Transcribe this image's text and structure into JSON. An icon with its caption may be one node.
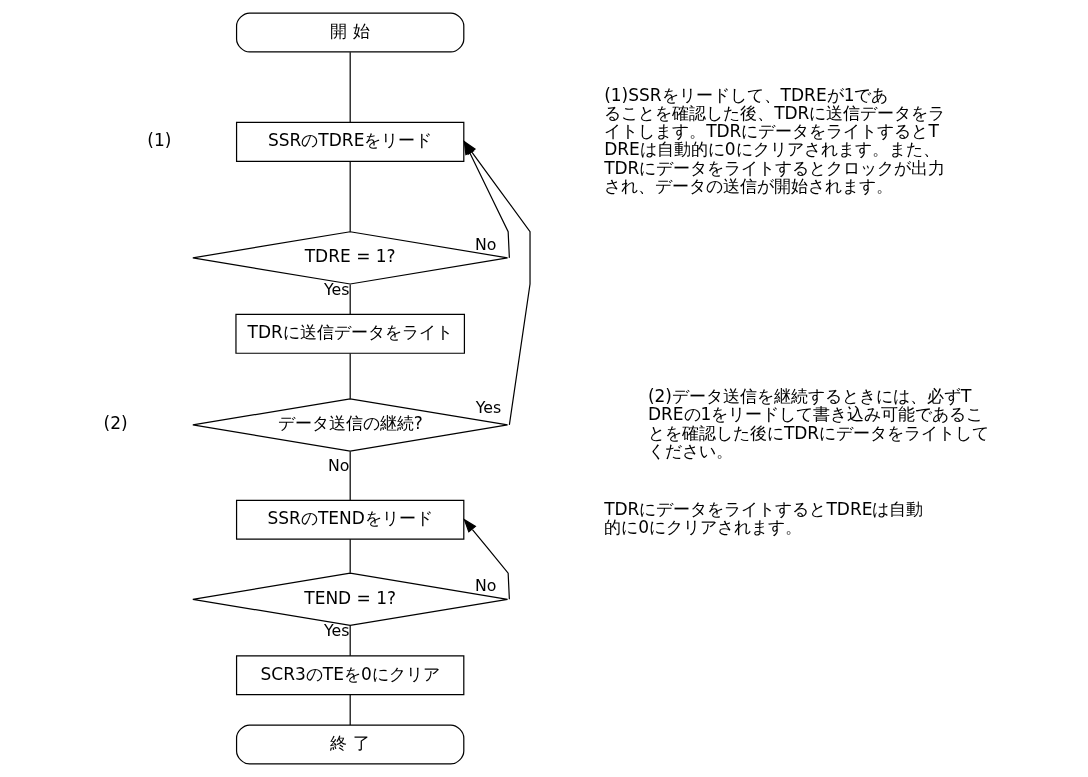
{
  "diagram": {
    "nodes": [
      {
        "text": [
          "開 始"
        ]
      },
      {
        "text": [
          "SSRのTDREをリード"
        ],
        "beside": [
          "(1)"
        ]
      },
      {
        "text": [
          "TDRE = 1?"
        ]
      },
      {
        "text": [
          "TDRに送信データをライト"
        ]
      },
      {
        "text": [
          "データ送信の継続?"
        ],
        "beside": [
          "(2)"
        ]
      },
      {
        "text": [
          "SSRのTENDをリード"
        ]
      },
      {
        "text": [
          "TEND = 1?"
        ]
      },
      {
        "text": [
          "SCR3のTEを0にクリア"
        ]
      },
      {
        "text": [
          "終 了"
        ]
      }
    ],
    "edges": [
      {
        "from": 0,
        "to": 1,
        "arrow": "none"
      },
      {
        "from": 1,
        "to": 2,
        "arrow": "none"
      },
      {
        "from": 2,
        "to": 3,
        "label": "Yes",
        "arrow": "none"
      },
      {
        "from": 2,
        "to": 1,
        "label": "No",
        "arrow": "to"
      },
      {
        "from": 3,
        "to": 4,
        "arrow": "none"
      },
      {
        "from": 4,
        "to": 1,
        "label": "Yes",
        "arrow": "to"
      },
      {
        "from": 4,
        "to": 5,
        "label": "No",
        "arrow": "none"
      },
      {
        "from": 5,
        "to": 6,
        "arrow": "none"
      },
      {
        "from": 6,
        "to": 5,
        "label": "No",
        "arrow": "to"
      },
      {
        "from": 6,
        "to": 7,
        "label": "Yes",
        "arrow": "none"
      },
      {
        "from": 7,
        "to": 8,
        "arrow": "none"
      }
    ],
    "labels": [
      "(1)SSRをリードして、TDREが1であることを確認した後、TDRに送信データをライトします。TDRにデータをライトするとTDREは自動的に0にクリアされます。また、TDRにデータをライトするとクロックが出力され、データの送信が開始されます。",
      "(2)データ送信を継続するときには、必ずTDREの1をリードして書き込み可能であることを確認した後にTDRにデータをライトしてください。",
      "TDRにデータをライトするとTDREは自動的に0にクリアされます。"
    ]
  }
}
